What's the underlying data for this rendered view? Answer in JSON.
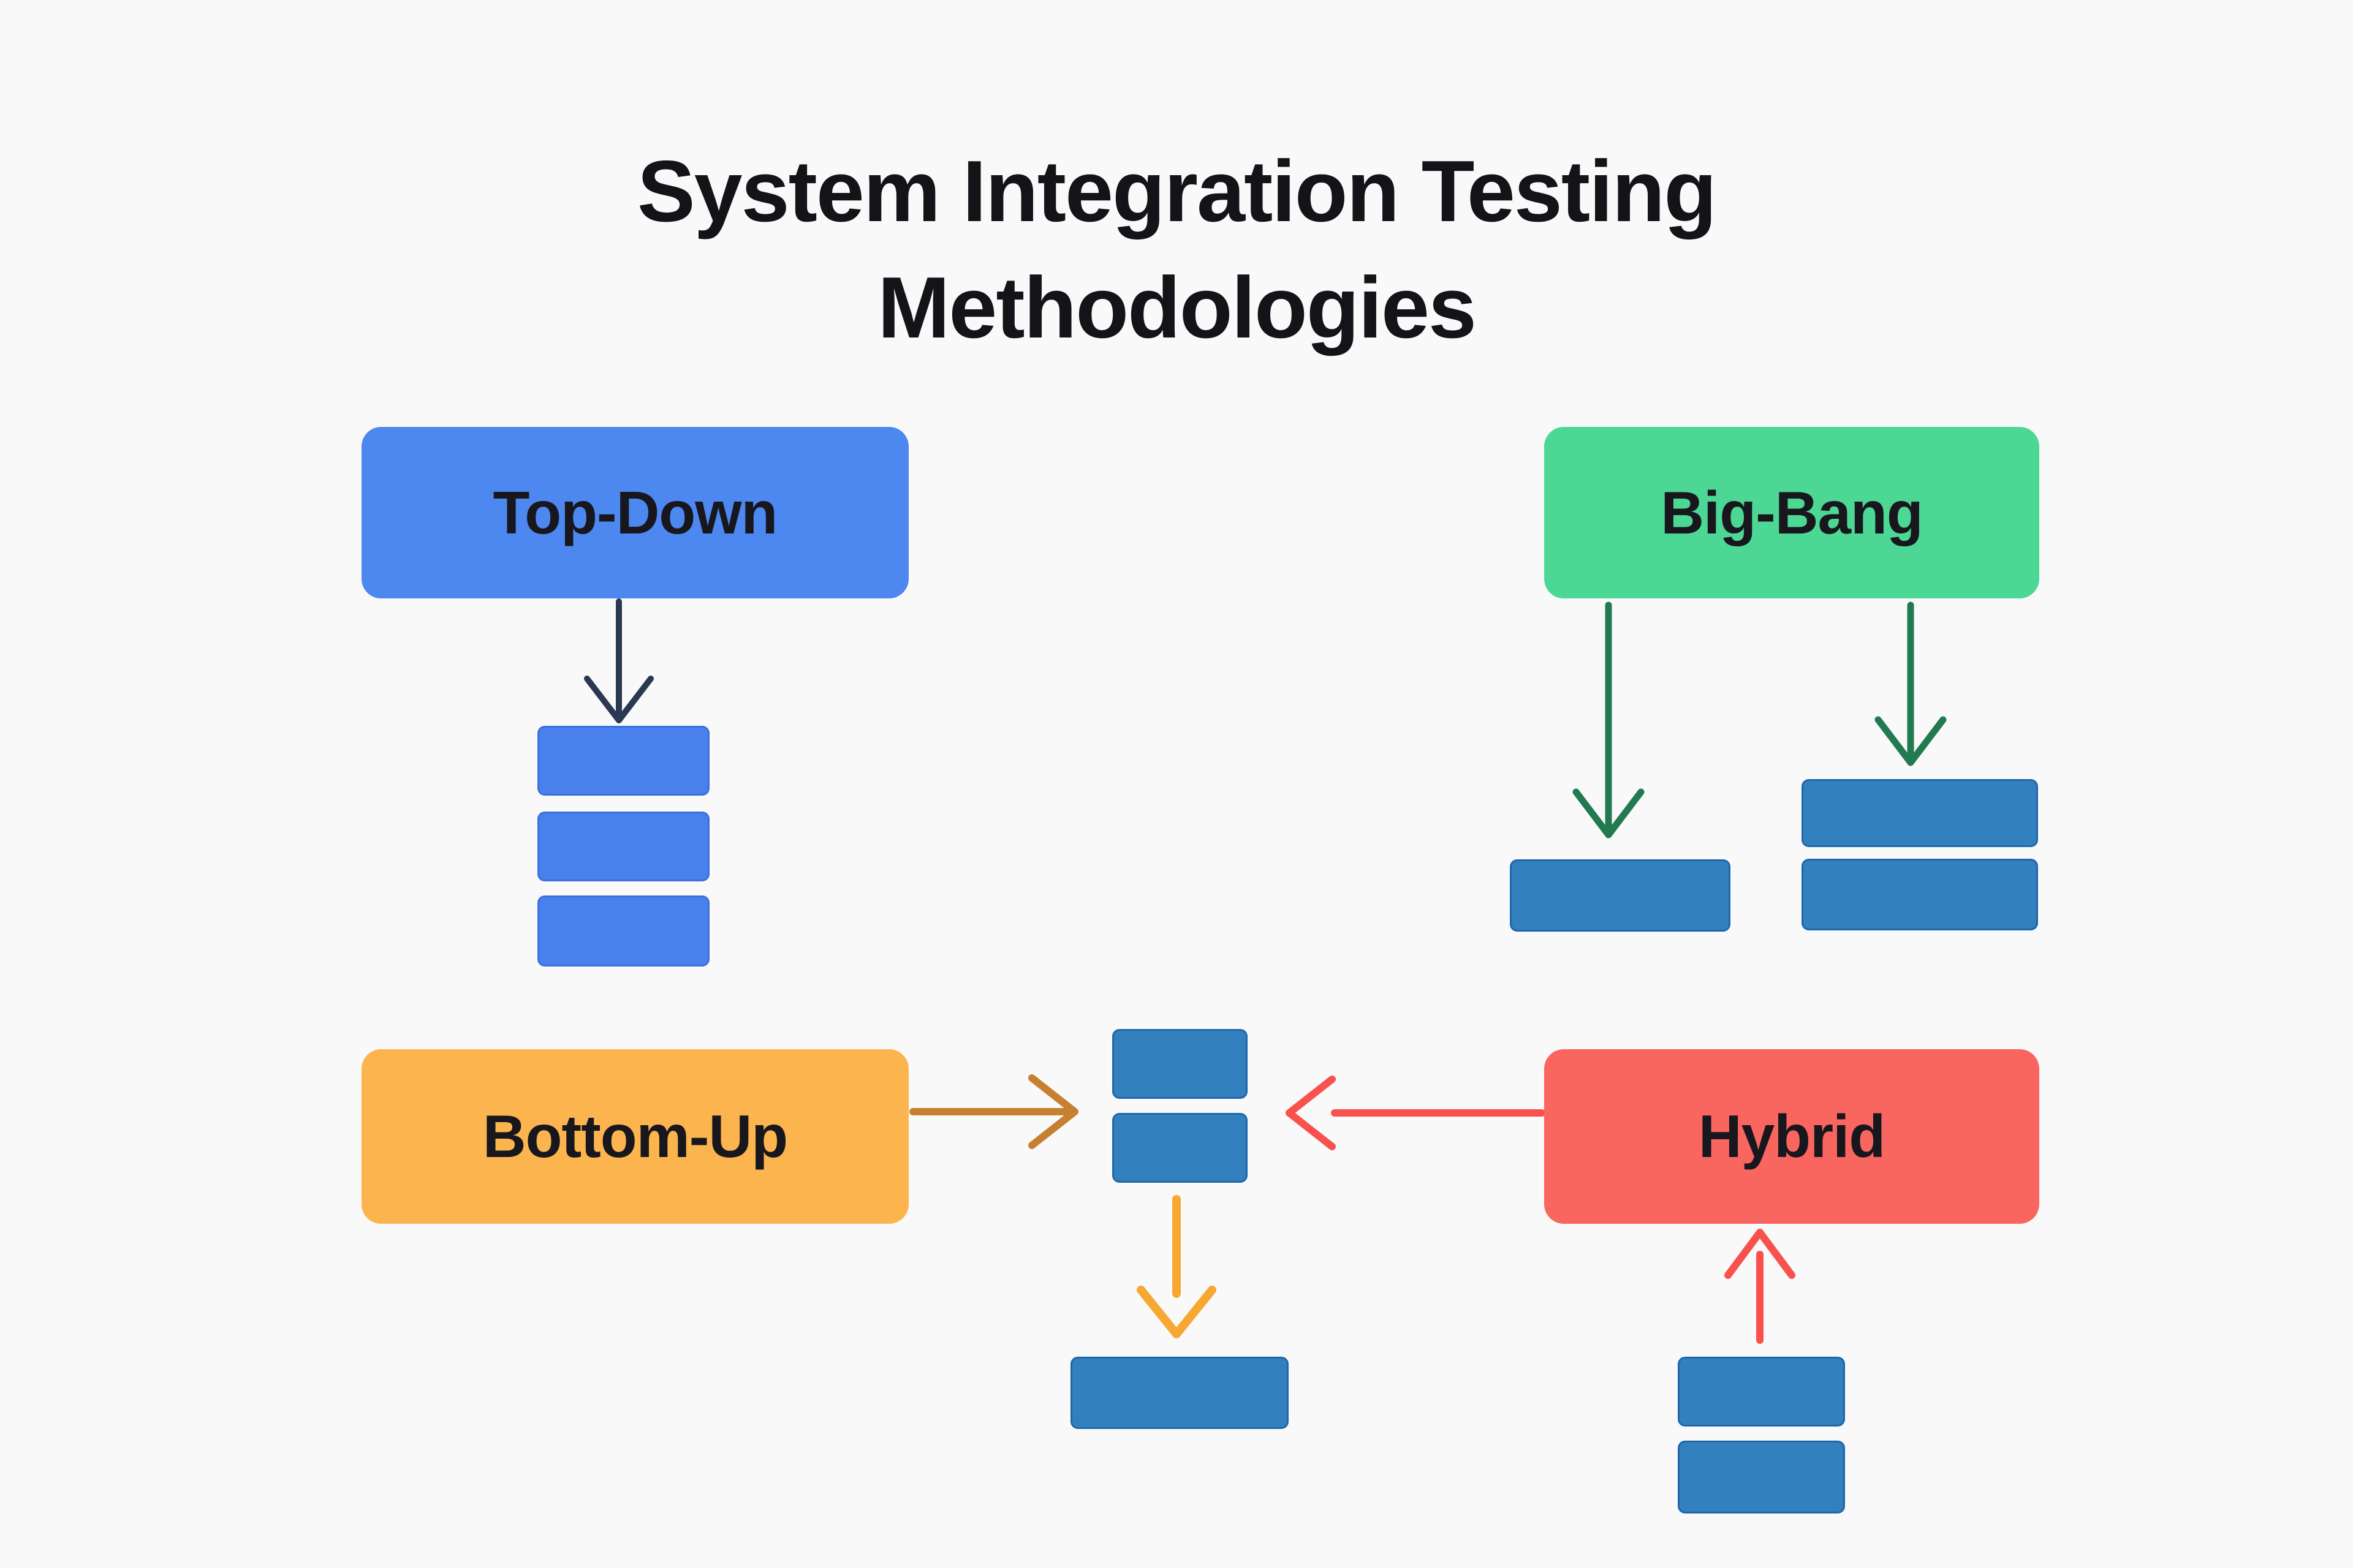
{
  "header": {
    "title_line1": "System Integration Testing",
    "title_line2": "Methodologies"
  },
  "palette": {
    "background": "#F9F9FA",
    "title_text": "#141418",
    "node_label_text": "#17171D",
    "module_bright_blue": "#4A80EB",
    "module_steel_blue": "#3380BE",
    "arrow_navy": "#2B3852",
    "arrow_green": "#217A50",
    "arrow_orange_brown": "#C6802F",
    "arrow_red": "#F8514E",
    "arrow_amber": "#F6A832"
  },
  "nodes": [
    {
      "id": "top-down",
      "label": "Top-Down",
      "fill": "#4D87F0",
      "text": "#17171D"
    },
    {
      "id": "big-bang",
      "label": "Big-Bang",
      "fill": "#4DD795",
      "text": "#17171D"
    },
    {
      "id": "bottom-up",
      "label": "Bottom-Up",
      "fill": "#FBB44E",
      "text": "#17171D"
    },
    {
      "id": "hybrid",
      "label": "Hybrid",
      "fill": "#F9655F",
      "text": "#17171D"
    }
  ],
  "module_clusters": [
    {
      "id": "top-down-modules",
      "module_count": 3,
      "fill": "#4A80EB"
    },
    {
      "id": "big-bang-module-single",
      "module_count": 1,
      "fill": "#3380BE"
    },
    {
      "id": "big-bang-module-pair",
      "module_count": 2,
      "fill": "#3380BE"
    },
    {
      "id": "integration-modules",
      "module_count": 2,
      "fill": "#3380BE"
    },
    {
      "id": "integrated-base-module",
      "module_count": 1,
      "fill": "#3380BE"
    },
    {
      "id": "hybrid-base-modules",
      "module_count": 2,
      "fill": "#3380BE"
    }
  ],
  "arrows": [
    {
      "id": "top-down-flow",
      "from": "top-down",
      "to": "top-down-modules",
      "direction": "down",
      "color": "#2B3852"
    },
    {
      "id": "big-bang-flow-left",
      "from": "big-bang",
      "to": "big-bang-module-single",
      "direction": "down",
      "color": "#217A50"
    },
    {
      "id": "big-bang-flow-right",
      "from": "big-bang",
      "to": "big-bang-module-pair",
      "direction": "down",
      "color": "#217A50"
    },
    {
      "id": "bottom-up-flow",
      "from": "bottom-up",
      "to": "integration-modules",
      "direction": "right",
      "color": "#C6802F"
    },
    {
      "id": "hybrid-flow-left",
      "from": "hybrid",
      "to": "integration-modules",
      "direction": "left",
      "color": "#F8514E"
    },
    {
      "id": "integration-down",
      "from": "integration-modules",
      "to": "integrated-base-module",
      "direction": "down",
      "color": "#F6A832"
    },
    {
      "id": "hybrid-flow-up",
      "from": "hybrid-base-modules",
      "to": "hybrid",
      "direction": "up",
      "color": "#F8514E"
    }
  ]
}
